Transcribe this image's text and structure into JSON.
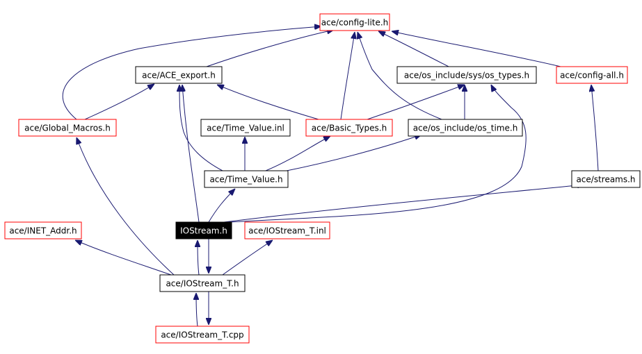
{
  "colors": {
    "edge": "#191970",
    "border_default": "#000000",
    "border_red": "#ff0000",
    "focus_fill": "#000000",
    "focus_text": "#ffffff",
    "text": "#000000",
    "background": "#ffffff"
  },
  "nodes": [
    {
      "id": "config_lite",
      "label": "ace/config-lite.h",
      "style": "red"
    },
    {
      "id": "ace_export",
      "label": "ace/ACE_export.h",
      "style": "default"
    },
    {
      "id": "os_types",
      "label": "ace/os_include/sys/os_types.h",
      "style": "default"
    },
    {
      "id": "config_all",
      "label": "ace/config-all.h",
      "style": "red"
    },
    {
      "id": "global_macros",
      "label": "ace/Global_Macros.h",
      "style": "red"
    },
    {
      "id": "time_value_inl",
      "label": "ace/Time_Value.inl",
      "style": "default"
    },
    {
      "id": "basic_types",
      "label": "ace/Basic_Types.h",
      "style": "red"
    },
    {
      "id": "os_time",
      "label": "ace/os_include/os_time.h",
      "style": "default"
    },
    {
      "id": "time_value",
      "label": "ace/Time_Value.h",
      "style": "default"
    },
    {
      "id": "streams",
      "label": "ace/streams.h",
      "style": "default"
    },
    {
      "id": "inet_addr",
      "label": "ace/INET_Addr.h",
      "style": "red"
    },
    {
      "id": "iostream",
      "label": "IOStream.h",
      "style": "focus"
    },
    {
      "id": "iostream_t_inl",
      "label": "ace/IOStream_T.inl",
      "style": "red"
    },
    {
      "id": "iostream_t",
      "label": "ace/IOStream_T.h",
      "style": "default"
    },
    {
      "id": "iostream_t_cpp",
      "label": "ace/IOStream_T.cpp",
      "style": "red"
    }
  ],
  "edges": [
    {
      "from": "ace_export",
      "to": "config_lite"
    },
    {
      "from": "os_types",
      "to": "config_lite"
    },
    {
      "from": "config_all",
      "to": "config_lite"
    },
    {
      "from": "global_macros",
      "to": "config_lite"
    },
    {
      "from": "global_macros",
      "to": "ace_export"
    },
    {
      "from": "basic_types",
      "to": "config_lite"
    },
    {
      "from": "basic_types",
      "to": "ace_export"
    },
    {
      "from": "basic_types",
      "to": "os_types"
    },
    {
      "from": "os_time",
      "to": "config_lite"
    },
    {
      "from": "os_time",
      "to": "os_types"
    },
    {
      "from": "time_value",
      "to": "ace_export"
    },
    {
      "from": "time_value",
      "to": "time_value_inl"
    },
    {
      "from": "time_value",
      "to": "basic_types"
    },
    {
      "from": "time_value",
      "to": "os_time"
    },
    {
      "from": "streams",
      "to": "config_all"
    },
    {
      "from": "iostream",
      "to": "ace_export"
    },
    {
      "from": "iostream",
      "to": "time_value"
    },
    {
      "from": "iostream",
      "to": "streams"
    },
    {
      "from": "iostream",
      "to": "os_types"
    },
    {
      "from": "iostream",
      "to": "iostream_t"
    },
    {
      "from": "iostream_t",
      "to": "global_macros"
    },
    {
      "from": "iostream_t",
      "to": "inet_addr"
    },
    {
      "from": "iostream_t",
      "to": "iostream"
    },
    {
      "from": "iostream_t",
      "to": "iostream_t_inl"
    },
    {
      "from": "iostream_t",
      "to": "iostream_t_cpp"
    },
    {
      "from": "iostream_t_cpp",
      "to": "iostream_t"
    }
  ]
}
